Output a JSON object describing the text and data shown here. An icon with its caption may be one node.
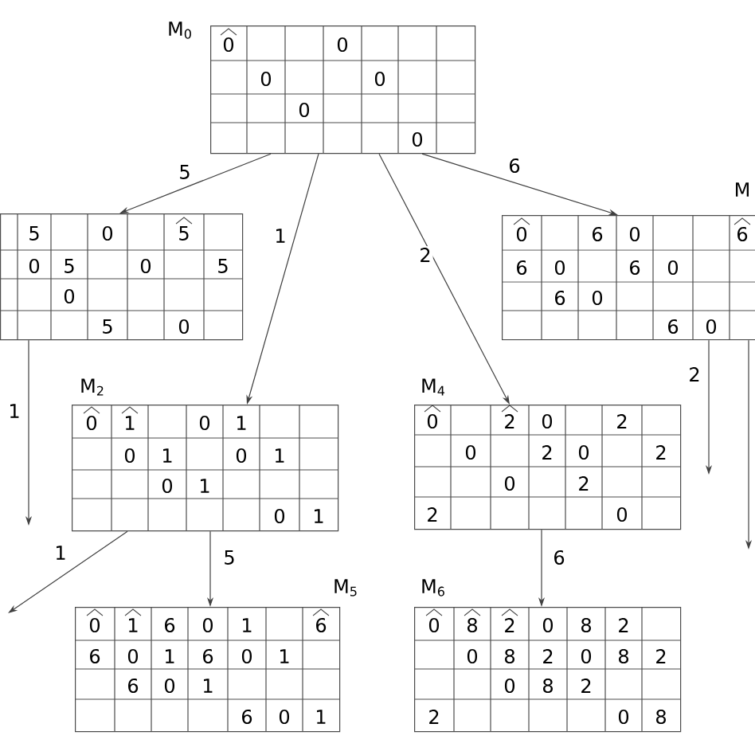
{
  "diagram": {
    "nodes": [
      {
        "text": [
          "M$_{0}$",
          "0",
          "0",
          "0",
          "0",
          "0",
          "0"
        ]
      },
      {
        "text": [
          "5",
          "0",
          "5",
          "0",
          "5",
          "0",
          "5",
          "0",
          "5",
          "0"
        ]
      },
      {
        "text": [
          "M",
          "0",
          "6",
          "0",
          "6",
          "6",
          "0",
          "6",
          "0",
          "6",
          "0",
          "6",
          "0"
        ]
      },
      {
        "text": [
          "M$_{2}$",
          "0",
          "1",
          "0",
          "1",
          "0",
          "1",
          "0",
          "1",
          "0",
          "1",
          "0",
          "1"
        ]
      },
      {
        "text": [
          "M$_{4}$",
          "0",
          "2",
          "0",
          "2",
          "0",
          "2",
          "0",
          "2",
          "0",
          "2",
          "2",
          "0"
        ]
      },
      {
        "text": [
          "M$_{5}$",
          "0",
          "1",
          "6",
          "0",
          "1",
          "6",
          "6",
          "0",
          "1",
          "6",
          "0",
          "1",
          "6",
          "0",
          "1",
          "6",
          "0",
          "1"
        ]
      },
      {
        "text": [
          "M$_{6}$",
          "0",
          "8",
          "2",
          "0",
          "8",
          "2",
          "0",
          "8",
          "2",
          "0",
          "8",
          "2",
          "0",
          "8",
          "2",
          "2",
          "0",
          "8"
        ]
      }
    ],
    "edges": [
      {
        "from": 0,
        "to": 1,
        "arrow": "to",
        "label": "5"
      },
      {
        "from": 0,
        "to": 3,
        "arrow": "to",
        "label": "1"
      },
      {
        "from": 0,
        "to": 4,
        "arrow": "to",
        "label": "2"
      },
      {
        "from": 0,
        "to": 2,
        "arrow": "to",
        "label": "6"
      },
      {
        "from": 1,
        "to": null,
        "arrow": "to",
        "label": "1"
      },
      {
        "from": 2,
        "to": null,
        "arrow": "to",
        "label": "2"
      },
      {
        "from": 2,
        "to": null,
        "arrow": "to"
      },
      {
        "from": 3,
        "to": null,
        "arrow": "to",
        "label": "1"
      },
      {
        "from": 3,
        "to": 5,
        "arrow": "to",
        "label": "5"
      },
      {
        "from": 4,
        "to": 6,
        "arrow": "to",
        "label": "6"
      }
    ]
  }
}
